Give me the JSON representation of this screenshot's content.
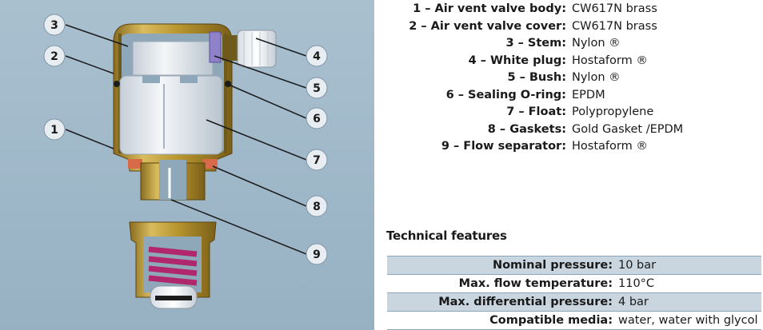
{
  "parts": [
    {
      "label": "1 – Air vent valve body:",
      "value": "CW617N brass"
    },
    {
      "label": "2 – Air vent valve cover:",
      "value": "CW617N brass"
    },
    {
      "label": "3 – Stem:",
      "value": "Nylon ®"
    },
    {
      "label": "4 – White plug:",
      "value": "Hostaform ®"
    },
    {
      "label": "5 – Bush:",
      "value": "Nylon ®"
    },
    {
      "label": "6 – Sealing O-ring:",
      "value": "EPDM"
    },
    {
      "label": "7 – Float:",
      "value": "Polypropylene"
    },
    {
      "label": "8 – Gaskets:",
      "value": "Gold Gasket /EPDM"
    },
    {
      "label": "9 – Flow separator:",
      "value": "Hostaform ®"
    }
  ],
  "technical": {
    "title": "Technical features",
    "rows": [
      {
        "label": "Nominal pressure:",
        "value": "10 bar"
      },
      {
        "label": "Max. flow temperature:",
        "value": "110°C"
      },
      {
        "label": "Max. differential pressure:",
        "value": "4 bar"
      },
      {
        "label": "Compatible media:",
        "value": "water, water with glycol"
      }
    ]
  },
  "callouts": [
    "1",
    "2",
    "3",
    "4",
    "5",
    "6",
    "7",
    "8",
    "9"
  ],
  "colors": {
    "brass": "#c9a84a",
    "background": "#a3bbcc",
    "table_shade": "#c9d6df"
  }
}
